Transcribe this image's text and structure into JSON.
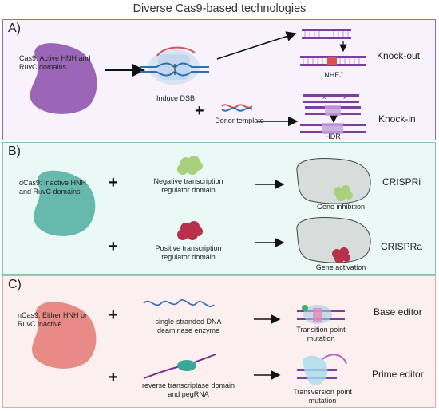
{
  "title": "Diverse Cas9-based technologies",
  "colors": {
    "panel_a_border": "#8a6fae",
    "panel_b_border": "#7cc3b8",
    "panel_c_border": "#e2a9a5",
    "cas9": "#9b66b8",
    "dcas9": "#68b9ad",
    "ncas9": "#e88a86",
    "repressor": "#a9d07d",
    "activator": "#b8304a"
  },
  "panel_a": {
    "letter": "A)",
    "protein_label": "Cas9: Active HNH and RuvC domains",
    "dsb_label": "Induce DSB",
    "donor_label": "Donor template",
    "nhej_label": "NHEJ",
    "hdr_label": "HDR",
    "knockout_label": "Knock-out",
    "knockin_label": "Knock-in",
    "plus": "+"
  },
  "panel_b": {
    "letter": "B)",
    "protein_label": "dCas9: Inactive HNH and RuvC domains",
    "negative_label": "Negative transcription regulator domain",
    "positive_label": "Positive transcription regulator domain",
    "inhibition_label": "Gene inhibition",
    "activation_label": "Gene activation",
    "crispri_label": "CRISPRi",
    "crispra_label": "CRISPRa",
    "plus": "+"
  },
  "panel_c": {
    "letter": "C)",
    "protein_label": "nCas9: Either HNH or RuvC inactive",
    "deaminase_label": "single-stranded DNA deaminase enzyme",
    "rt_label": "reverse transcriptase domain and pegRNA",
    "transition_label": "Transition point mutation",
    "transversion_label": "Transversion point mutation",
    "base_editor_label": "Base editor",
    "prime_editor_label": "Prime editor",
    "plus": "+"
  }
}
